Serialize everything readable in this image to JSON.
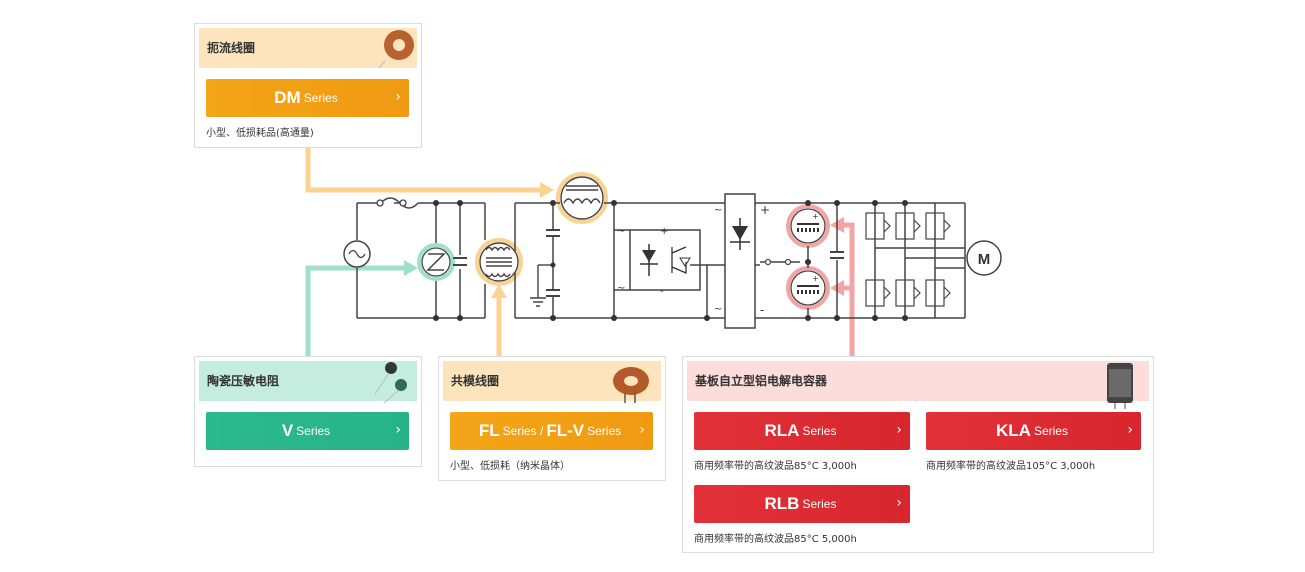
{
  "cards": {
    "choke": {
      "title": "扼流线圈",
      "series_main": "DM",
      "series_sub": "Series",
      "description": "小型、低损耗品(高通量)"
    },
    "varistor": {
      "title": "陶瓷压敏电阻",
      "series_main": "V",
      "series_sub": "Series"
    },
    "common_mode": {
      "title": "共模线圈",
      "series_main_1": "FL",
      "series_sub_1": "Series /",
      "series_main_2": "FL-V",
      "series_sub_2": "Series",
      "description": "小型、低损耗（纳米晶体）"
    },
    "capacitor": {
      "title": "基板自立型铝电解电容器",
      "rla": {
        "main": "RLA",
        "sub": "Series",
        "description": "商用频率带的高纹波品85°C 3,000h"
      },
      "kla": {
        "main": "KLA",
        "sub": "Series",
        "description": "商用频率带的高纹波品105°C 3,000h"
      },
      "rlb": {
        "main": "RLB",
        "sub": "Series",
        "description": "商用频率带的高纹波品85°C 5,000h"
      }
    }
  },
  "circuit": {
    "motor_label": "M",
    "ac_symbol": "~",
    "plus_symbol": "+",
    "minus_symbol": "-"
  },
  "colors": {
    "orange": "#f4a518",
    "green": "#2bb98e",
    "red": "#e23138",
    "arrow_orange": "#fbd390",
    "arrow_green": "#9ee0c9",
    "arrow_pink": "#f3a5a6"
  },
  "icons": {
    "button_chevron": "›"
  }
}
